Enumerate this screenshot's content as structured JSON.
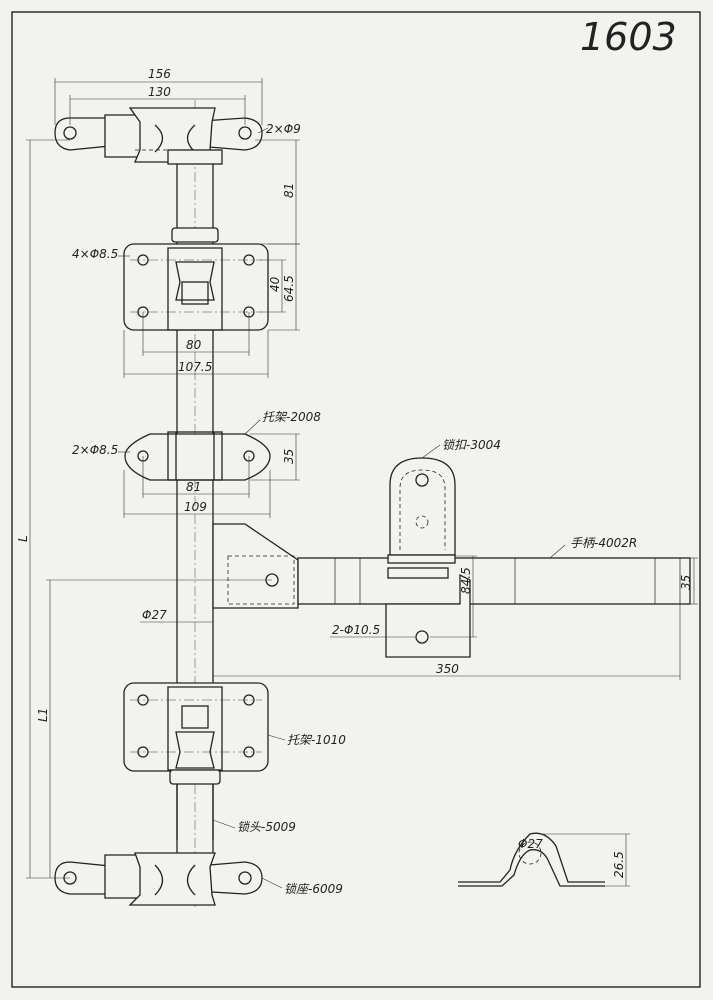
{
  "drawing_number": "1603",
  "dimensions": {
    "overall_width": "156",
    "hole_span": "130",
    "seat_holes": "2×Φ9",
    "vertical_81": "81",
    "plate_holes": "4×Φ8.5",
    "plate_40": "40",
    "plate_64_5": "64.5",
    "plate_80": "80",
    "plate_107_5": "107.5",
    "bracket_holes": "2×Φ8.5",
    "bracket_35": "35",
    "bracket_81": "81",
    "bracket_109": "109",
    "rod_diameter": "Φ27",
    "length_L": "L",
    "length_L1": "L1",
    "keeper_holes": "2-Φ10.5",
    "keeper_84_5": "84.5",
    "handle_350": "350",
    "handle_35": "35",
    "clip_diameter": "Φ27",
    "clip_26_5": "26.5"
  },
  "parts": {
    "bracket_2008": "托架-2008",
    "lock_catch_3004": "锁扣-3004",
    "handle_4002r": "手柄-4002R",
    "bracket_1010": "托架-1010",
    "lock_head_5009": "锁头-5009",
    "lock_seat_6009": "锁座-6009"
  }
}
